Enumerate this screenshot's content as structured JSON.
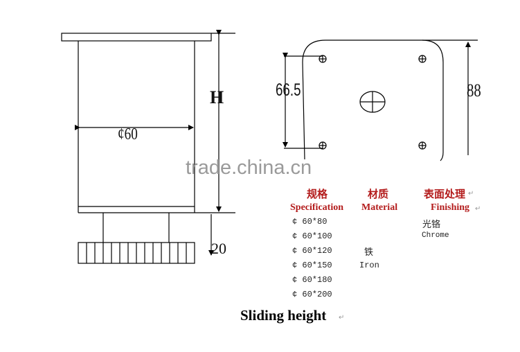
{
  "drawing": {
    "side_view": {
      "height_label": "H",
      "diameter_label": "¢60",
      "slide_label": "20"
    },
    "plate_view": {
      "hole_spacing_label": "66.5",
      "plate_height_label": "88"
    },
    "watermark": "trade.china.cn"
  },
  "spec_table": {
    "headers_cn": [
      "规格",
      "材质",
      "表面处理"
    ],
    "headers_en": [
      "Specification",
      "Material",
      "Finishing"
    ],
    "specifications": [
      "¢ 60*80",
      "¢ 60*100",
      "¢ 60*120",
      "¢ 60*150",
      "¢ 60*180",
      "¢ 60*200"
    ],
    "material_cn": "铁",
    "material_en": "Iron",
    "finishing_cn": "光铬",
    "finishing_en": "Chrome"
  },
  "caption": "Sliding height",
  "return_mark": "↵"
}
